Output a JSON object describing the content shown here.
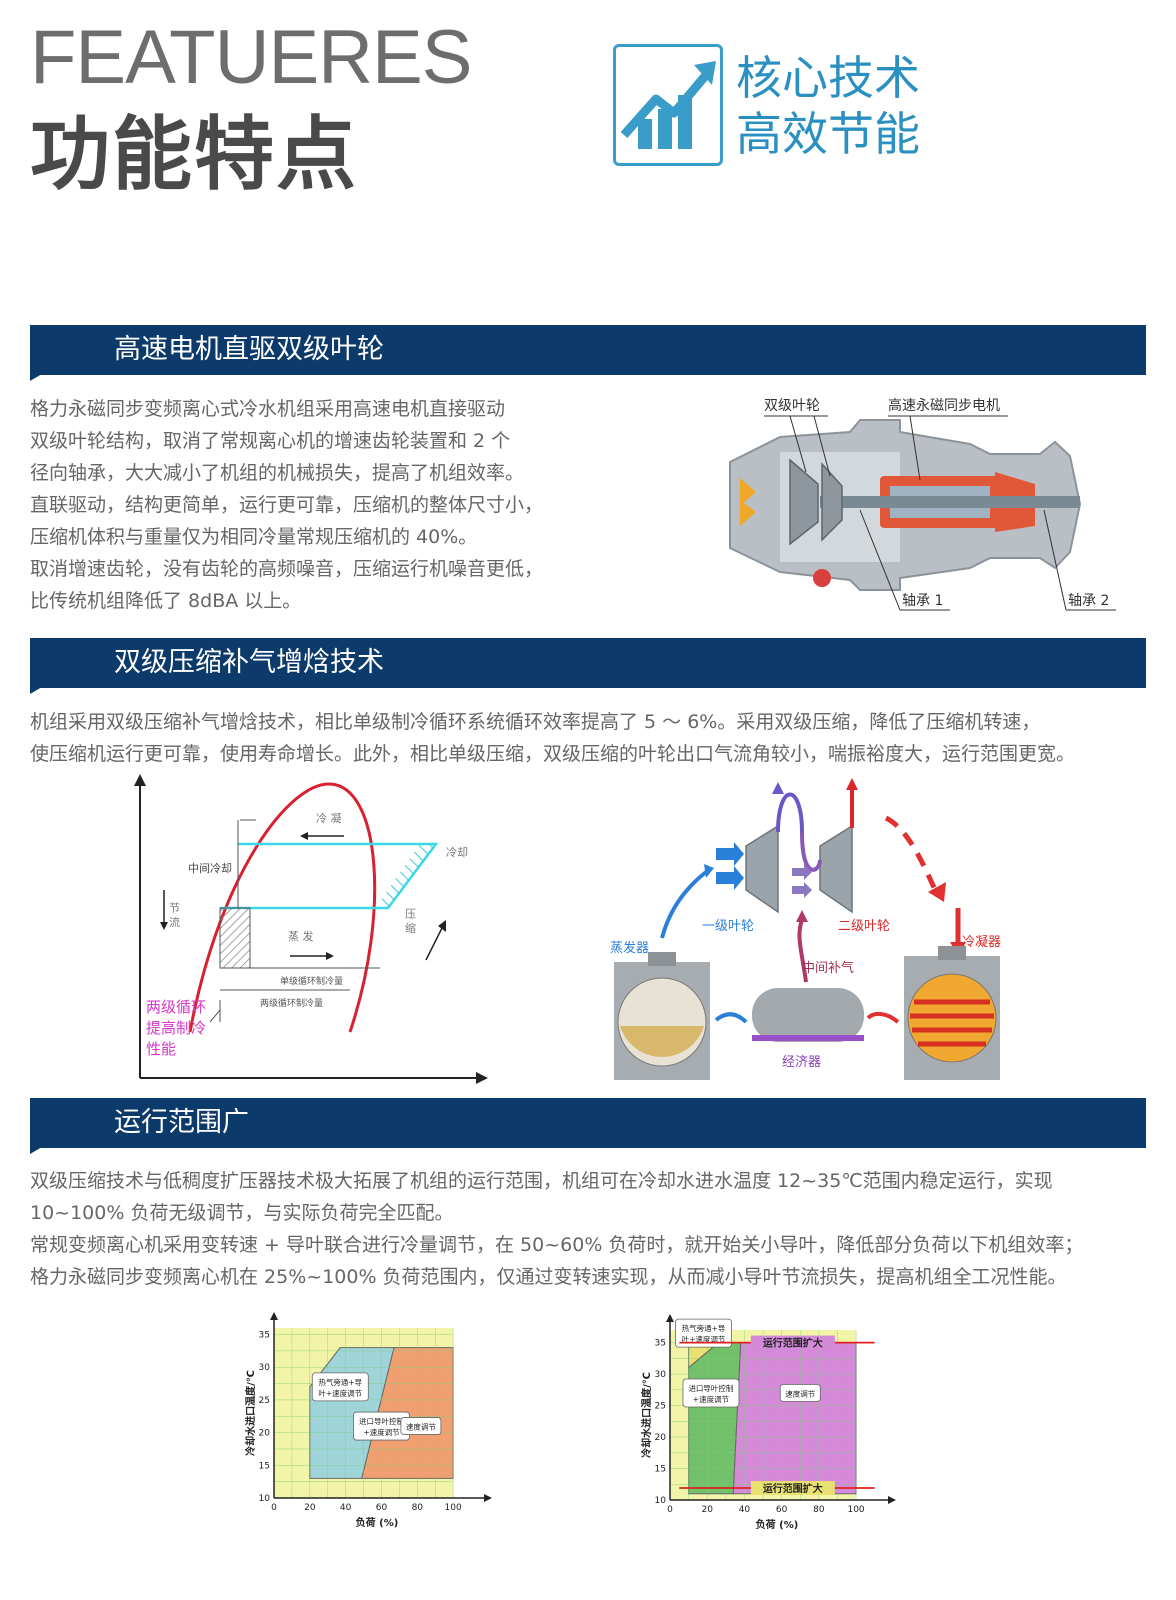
{
  "hero": {
    "en_title": "FEATUERES",
    "cn_title": "功能特点"
  },
  "badge": {
    "line1": "核心技术",
    "line2": "高效节能",
    "icon": "growth-chart-icon"
  },
  "sections": [
    {
      "title": "高速电机直驱双级叶轮",
      "lines": [
        "格力永磁同步变频离心式冷水机组采用高速电机直接驱动",
        "双级叶轮结构，取消了常规离心机的增速齿轮装置和 2 个",
        "径向轴承，大大减小了机组的机械损失，提高了机组效率。",
        "直联驱动，结构更简单，运行更可靠，压缩机的整体尺寸小，",
        "压缩机体积与重量仅为相同冷量常规压缩机的 40%。",
        "取消增速齿轮，没有齿轮的高频噪音，压缩运行机噪音更低，",
        "比传统机组降低了 8dBA 以上。"
      ],
      "figure": {
        "label_impeller": "双级叶轮",
        "label_motor": "高速永磁同步电机",
        "label_bearing1": "轴承 1",
        "label_bearing2": "轴承 2"
      }
    },
    {
      "title": "双级压缩补气增焓技术",
      "lines": [
        "机组采用双级压缩补气增焓技术，相比单级制冷循环系统循环效率提高了 5 ～ 6%。采用双级压缩，降低了压缩机转速，",
        "使压缩机运行更可靠，使用寿命增长。此外，相比单级压缩，双级压缩的叶轮出口气流角较小，喘振裕度大，运行范围更宽。"
      ],
      "ph_diagram": {
        "label_cond": "冷 凝",
        "label_mid": "中间冷却",
        "label_throttle": "节 流",
        "label_evap": "蒸 发",
        "label_comp": "压 缩",
        "label_cool": "冷却",
        "label_single": "单级循环制冷量",
        "label_double": "两级循环制冷量",
        "note_l1": "两级循环",
        "note_l2": "提高制冷",
        "note_l3": "性能"
      },
      "flow_diagram": {
        "stage1": "一级叶轮",
        "stage2": "二级叶轮",
        "evaporator": "蒸发器",
        "condenser": "冷凝器",
        "injection": "中间补气",
        "economizer": "经济器"
      }
    },
    {
      "title": "运行范围广",
      "lines": [
        "双级压缩技术与低稠度扩压器技术极大拓展了机组的运行范围，机组可在冷却水进水温度 12~35℃范围内稳定运行，实现",
        "10~100% 负荷无级调节，与实际负荷完全匹配。",
        "常规变频离心机采用变转速 + 导叶联合进行冷量调节，在 50~60% 负荷时，就开始关小导叶，降低部分负荷以下机组效率；",
        "格力永磁同步变频离心机在 25%~100% 负荷范围内，仅通过变转速实现，从而减小导叶节流损失，提高机组全工况性能。"
      ]
    }
  ],
  "chart_data": [
    {
      "type": "area",
      "xlabel": "负荷 (%)",
      "ylabel": "冷却水进口温度/℃",
      "xticks": [
        0,
        20,
        40,
        60,
        80,
        100
      ],
      "yticks": [
        10,
        15,
        20,
        25,
        30,
        35
      ],
      "xlim": [
        0,
        115
      ],
      "ylim": [
        10,
        36
      ],
      "grid": true,
      "regions": [
        {
          "name": "热气旁通+导叶+速度调节",
          "color": "#8fc46a",
          "polygon": [
            [
              20,
              13
            ],
            [
              20,
              27
            ],
            [
              37,
              33
            ]
          ]
        },
        {
          "name": "进口导叶控制+速度调节",
          "color": "#9fd4d8",
          "polygon": [
            [
              20,
              13
            ],
            [
              20,
              27
            ],
            [
              37,
              33
            ],
            [
              67,
              33
            ],
            [
              49,
              13
            ]
          ]
        },
        {
          "name": "速度调节",
          "color": "#f0a070",
          "polygon": [
            [
              49,
              13
            ],
            [
              67,
              33
            ],
            [
              100,
              33
            ],
            [
              100,
              13
            ]
          ]
        }
      ]
    },
    {
      "type": "area",
      "xlabel": "负荷 (%)",
      "ylabel": "冷却水进口温度/℃",
      "xticks": [
        0,
        20,
        40,
        60,
        80,
        100
      ],
      "yticks": [
        10,
        15,
        20,
        25,
        30,
        35
      ],
      "xlim": [
        0,
        115
      ],
      "ylim": [
        10,
        37
      ],
      "grid": true,
      "annotations": [
        "运行范围扩大",
        "运行范围扩大"
      ],
      "regions": [
        {
          "name": "热气旁通+导叶+速度调节",
          "color": "#e8e070",
          "polygon": [
            [
              10,
              31
            ],
            [
              10,
              35
            ],
            [
              26,
              35
            ]
          ]
        },
        {
          "name": "进口导叶控制+速度调节",
          "color": "#72c06a",
          "polygon": [
            [
              10,
              11
            ],
            [
              10,
              31
            ],
            [
              26,
              35
            ],
            [
              38,
              35
            ],
            [
              34,
              11
            ]
          ]
        },
        {
          "name": "速度调节",
          "color": "#d48ad8",
          "polygon": [
            [
              34,
              11
            ],
            [
              38,
              35
            ],
            [
              100,
              35
            ],
            [
              100,
              11
            ]
          ]
        }
      ]
    }
  ]
}
